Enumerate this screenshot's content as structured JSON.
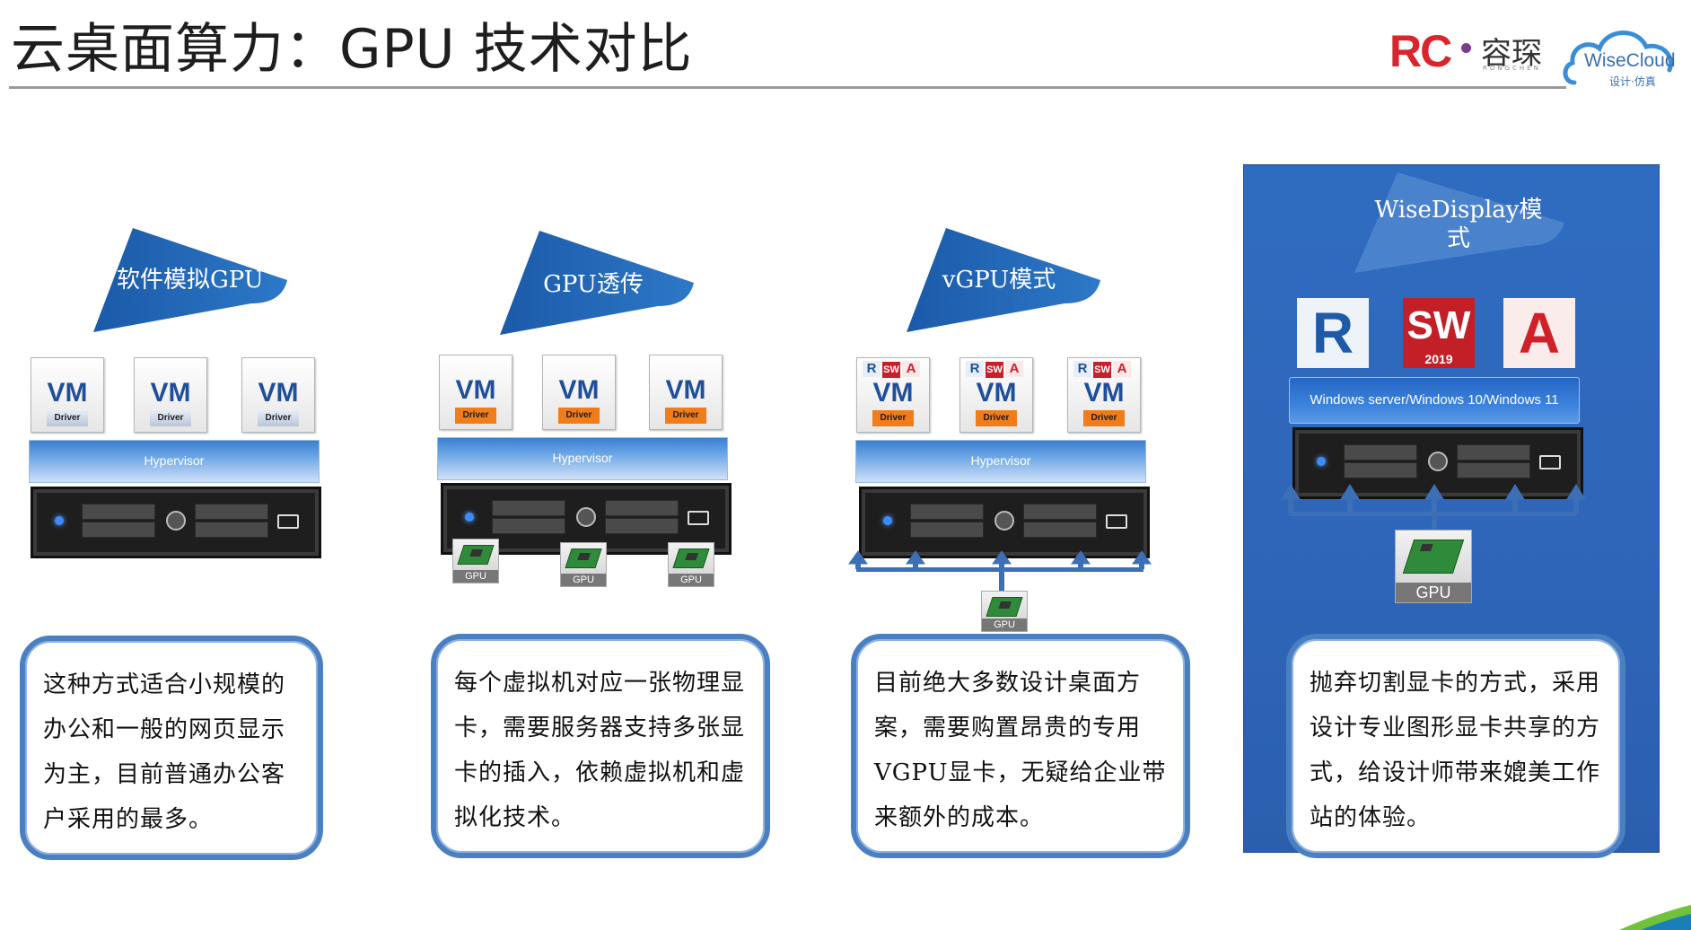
{
  "slide_title": "云桌面算力：GPU 技术对比",
  "logos": {
    "rc_mark": "RC",
    "rc_name": "容琛",
    "rc_sub": "RONGCHEN",
    "wisecloud_name": "WiseCloud",
    "wisecloud_sub": "设计·仿真"
  },
  "columns": [
    {
      "heading": "软件模拟GPU",
      "vm_label": "VM",
      "driver_label": "Driver",
      "hypervisor": "Hypervisor",
      "description": "这种方式适合小规模的办公和一般的网页显示为主，目前普通办公客户采用的最多。"
    },
    {
      "heading": "GPU透传",
      "vm_label": "VM",
      "driver_label": "Driver",
      "hypervisor": "Hypervisor",
      "gpu_label": "GPU",
      "description": "每个虚拟机对应一张物理显卡，需要服务器支持多张显卡的插入，依赖虚拟机和虚拟化技术。"
    },
    {
      "heading": "vGPU模式",
      "vm_label": "VM",
      "driver_label": "Driver",
      "hypervisor": "Hypervisor",
      "gpu_label": "GPU",
      "description": "目前绝大多数设计桌面方案，需要购置昂贵的专用VGPU显卡，无疑给企业带来额外的成本。"
    },
    {
      "heading_line1": "WiseDisplay模",
      "heading_line2": "式",
      "os_bar": "Windows server/Windows 10/Windows 11",
      "gpu_label": "GPU",
      "sw_year": "2019",
      "description": "抛弃切割显卡的方式，采用设计专业图形显卡共享的方式，给设计师带来媲美工作站的体验。"
    }
  ],
  "app_icons": {
    "revit": "R",
    "solidworks": "SW",
    "autocad": "A"
  },
  "colors": {
    "panel": "#2f6cc0",
    "arrow": "#1f5fb0",
    "desc_border": "#4a7fc1",
    "driver_orange": "#f07d1a",
    "rc_red": "#d9262c"
  }
}
